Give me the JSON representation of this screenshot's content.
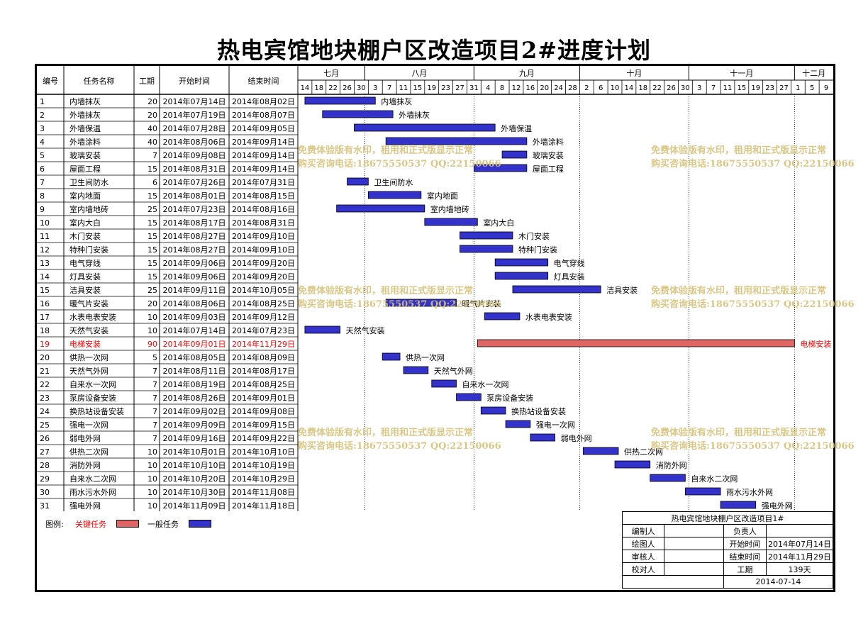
{
  "title": "热电宾馆地块棚户区改造项目2#进度计划",
  "headers": {
    "no": "编号",
    "name": "任务名称",
    "dur": "工期",
    "start": "开始时间",
    "end": "结束时间"
  },
  "months": [
    {
      "label": "七月",
      "start": "2014-07-12",
      "end": "2014-07-31"
    },
    {
      "label": "八月",
      "start": "2014-07-31",
      "end": "2014-08-31"
    },
    {
      "label": "九月",
      "start": "2014-08-31",
      "end": "2014-09-30"
    },
    {
      "label": "十月",
      "start": "2014-09-30",
      "end": "2014-10-31"
    },
    {
      "label": "十一月",
      "start": "2014-10-31",
      "end": "2014-11-30"
    },
    {
      "label": "十二月",
      "start": "2014-11-30",
      "end": "2014-12-11"
    }
  ],
  "day_ticks": [
    "14",
    "18",
    "22",
    "26",
    "30",
    "3",
    "7",
    "11",
    "15",
    "19",
    "23",
    "27",
    "31",
    "4",
    "8",
    "12",
    "16",
    "20",
    "24",
    "28",
    "2",
    "6",
    "10",
    "14",
    "18",
    "22",
    "26",
    "30",
    "3",
    "7",
    "11",
    "15",
    "19",
    "23",
    "27",
    "1",
    "5",
    "9"
  ],
  "chart_data": {
    "type": "gantt",
    "title": "热电宾馆地块棚户区改造项目2#进度计划",
    "x_range": [
      "2014-07-12",
      "2014-12-11"
    ],
    "series": [
      {
        "name": "关键任务",
        "color": "#e06666"
      },
      {
        "name": "一般任务",
        "color": "#3333cc"
      }
    ],
    "tasks": [
      {
        "no": "1",
        "name": "内墙抹灰",
        "duration": "20",
        "start": "2014年07月14日",
        "end": "2014年08月02日",
        "s": "2014-07-14",
        "e": "2014-08-02",
        "critical": false
      },
      {
        "no": "2",
        "name": "外墙抹灰",
        "duration": "20",
        "start": "2014年07月19日",
        "end": "2014年08月07日",
        "s": "2014-07-19",
        "e": "2014-08-07",
        "critical": false
      },
      {
        "no": "3",
        "name": "外墙保温",
        "duration": "40",
        "start": "2014年07月28日",
        "end": "2014年09月05日",
        "s": "2014-07-28",
        "e": "2014-09-05",
        "critical": false
      },
      {
        "no": "4",
        "name": "外墙涂料",
        "duration": "40",
        "start": "2014年08月06日",
        "end": "2014年09月14日",
        "s": "2014-08-06",
        "e": "2014-09-14",
        "critical": false
      },
      {
        "no": "5",
        "name": "玻璃安装",
        "duration": "7",
        "start": "2014年09月08日",
        "end": "2014年09月14日",
        "s": "2014-09-08",
        "e": "2014-09-14",
        "critical": false
      },
      {
        "no": "6",
        "name": "屋面工程",
        "duration": "15",
        "start": "2014年08月31日",
        "end": "2014年09月14日",
        "s": "2014-08-31",
        "e": "2014-09-14",
        "critical": false
      },
      {
        "no": "7",
        "name": "卫生间防水",
        "duration": "6",
        "start": "2014年07月26日",
        "end": "2014年07月31日",
        "s": "2014-07-26",
        "e": "2014-07-31",
        "critical": false
      },
      {
        "no": "8",
        "name": "室内地面",
        "duration": "15",
        "start": "2014年08月01日",
        "end": "2014年08月15日",
        "s": "2014-08-01",
        "e": "2014-08-15",
        "critical": false
      },
      {
        "no": "9",
        "name": "室内墙地砖",
        "duration": "25",
        "start": "2014年07月23日",
        "end": "2014年08月16日",
        "s": "2014-07-23",
        "e": "2014-08-16",
        "critical": false
      },
      {
        "no": "10",
        "name": "室内大白",
        "duration": "15",
        "start": "2014年08月17日",
        "end": "2014年08月31日",
        "s": "2014-08-17",
        "e": "2014-08-31",
        "critical": false
      },
      {
        "no": "11",
        "name": "木门安装",
        "duration": "15",
        "start": "2014年08月27日",
        "end": "2014年09月10日",
        "s": "2014-08-27",
        "e": "2014-09-10",
        "critical": false
      },
      {
        "no": "12",
        "name": "特种门安装",
        "duration": "15",
        "start": "2014年08月27日",
        "end": "2014年09月10日",
        "s": "2014-08-27",
        "e": "2014-09-10",
        "critical": false
      },
      {
        "no": "13",
        "name": "电气穿线",
        "duration": "15",
        "start": "2014年09月06日",
        "end": "2014年09月20日",
        "s": "2014-09-06",
        "e": "2014-09-20",
        "critical": false
      },
      {
        "no": "14",
        "name": "灯具安装",
        "duration": "15",
        "start": "2014年09月06日",
        "end": "2014年09月20日",
        "s": "2014-09-06",
        "e": "2014-09-20",
        "critical": false
      },
      {
        "no": "15",
        "name": "洁具安装",
        "duration": "25",
        "start": "2014年09月11日",
        "end": "2014年10月05日",
        "s": "2014-09-11",
        "e": "2014-10-05",
        "critical": false
      },
      {
        "no": "16",
        "name": "暖气片安装",
        "duration": "20",
        "start": "2014年08月06日",
        "end": "2014年08月25日",
        "s": "2014-08-06",
        "e": "2014-08-25",
        "critical": false
      },
      {
        "no": "17",
        "name": "水表电表安装",
        "duration": "10",
        "start": "2014年09月03日",
        "end": "2014年09月12日",
        "s": "2014-09-03",
        "e": "2014-09-12",
        "critical": false
      },
      {
        "no": "18",
        "name": "天然气安装",
        "duration": "10",
        "start": "2014年07月14日",
        "end": "2014年07月23日",
        "s": "2014-07-14",
        "e": "2014-07-23",
        "critical": false
      },
      {
        "no": "19",
        "name": "电梯安装",
        "duration": "90",
        "start": "2014年09月01日",
        "end": "2014年11月29日",
        "s": "2014-09-01",
        "e": "2014-11-29",
        "critical": true
      },
      {
        "no": "20",
        "name": "供热一次网",
        "duration": "5",
        "start": "2014年08月05日",
        "end": "2014年08月09日",
        "s": "2014-08-05",
        "e": "2014-08-09",
        "critical": false
      },
      {
        "no": "21",
        "name": "天然气外网",
        "duration": "7",
        "start": "2014年08月11日",
        "end": "2014年08月17日",
        "s": "2014-08-11",
        "e": "2014-08-17",
        "critical": false
      },
      {
        "no": "22",
        "name": "自来水一次网",
        "duration": "7",
        "start": "2014年08月19日",
        "end": "2014年08月25日",
        "s": "2014-08-19",
        "e": "2014-08-25",
        "critical": false
      },
      {
        "no": "23",
        "name": "泵房设备安装",
        "duration": "7",
        "start": "2014年08月26日",
        "end": "2014年09月01日",
        "s": "2014-08-26",
        "e": "2014-09-01",
        "critical": false
      },
      {
        "no": "24",
        "name": "换热站设备安装",
        "duration": "7",
        "start": "2014年09月02日",
        "end": "2014年09月08日",
        "s": "2014-09-02",
        "e": "2014-09-08",
        "critical": false
      },
      {
        "no": "25",
        "name": "强电一次网",
        "duration": "7",
        "start": "2014年09月09日",
        "end": "2014年09月15日",
        "s": "2014-09-09",
        "e": "2014-09-15",
        "critical": false
      },
      {
        "no": "26",
        "name": "弱电外网",
        "duration": "7",
        "start": "2014年09月16日",
        "end": "2014年09月22日",
        "s": "2014-09-16",
        "e": "2014-09-22",
        "critical": false
      },
      {
        "no": "27",
        "name": "供热二次网",
        "duration": "10",
        "start": "2014年10月01日",
        "end": "2014年10月10日",
        "s": "2014-10-01",
        "e": "2014-10-10",
        "critical": false
      },
      {
        "no": "28",
        "name": "消防外网",
        "duration": "10",
        "start": "2014年10月10日",
        "end": "2014年10月19日",
        "s": "2014-10-10",
        "e": "2014-10-19",
        "critical": false
      },
      {
        "no": "29",
        "name": "自来水二次网",
        "duration": "10",
        "start": "2014年10月20日",
        "end": "2014年10月29日",
        "s": "2014-10-20",
        "e": "2014-10-29",
        "critical": false
      },
      {
        "no": "30",
        "name": "雨水污水外网",
        "duration": "10",
        "start": "2014年10月30日",
        "end": "2014年11月08日",
        "s": "2014-10-30",
        "e": "2014-11-08",
        "critical": false
      },
      {
        "no": "31",
        "name": "强电外网",
        "duration": "10",
        "start": "2014年11月09日",
        "end": "2014年11月18日",
        "s": "2014-11-09",
        "e": "2014-11-18",
        "critical": false
      }
    ]
  },
  "legend": {
    "label": "图例:",
    "critical": "关键任务",
    "normal": "一般任务"
  },
  "info": {
    "project": "热电宾馆地块棚户区改造项目1#",
    "editor": "编制人",
    "owner": "负责人",
    "drawer": "绘图人",
    "start_label": "开始时间",
    "start_value": "2014年07月14日",
    "reviewer": "审核人",
    "end_label": "结束时间",
    "end_value": "2014年11月29日",
    "checker": "校对人",
    "dur_label": "工期",
    "dur_value": "139天",
    "date": "2014-07-14"
  },
  "watermark": {
    "line1": "免费体验版有水印，租用和正式版显示正常",
    "line2": "购买咨询电话:18675550537 QQ:22150066"
  },
  "colors": {
    "critical": "#e06666",
    "normal": "#3333cc",
    "critical_text": "#ff0000",
    "watermark": "#d7c27a"
  }
}
